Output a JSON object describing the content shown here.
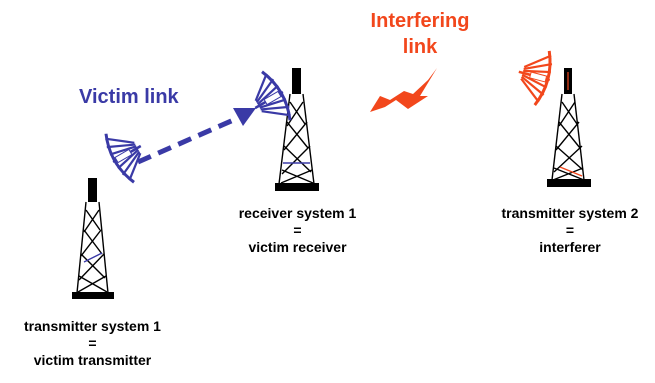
{
  "colors": {
    "victim": "#3a3aa6",
    "interfering": "#f2471c",
    "tower": "#000000"
  },
  "links": {
    "victim_label": "Victim link",
    "interfering_line1": "Interfering",
    "interfering_line2": "link"
  },
  "stations": {
    "tx1": {
      "line1": "transmitter system 1",
      "line2": "=",
      "line3": "victim transmitter"
    },
    "rx1": {
      "line1": "receiver system 1",
      "line2": "=",
      "line3": "victim receiver"
    },
    "tx2": {
      "line1": "transmitter system  2",
      "line2": "=",
      "line3": "interferer"
    }
  }
}
